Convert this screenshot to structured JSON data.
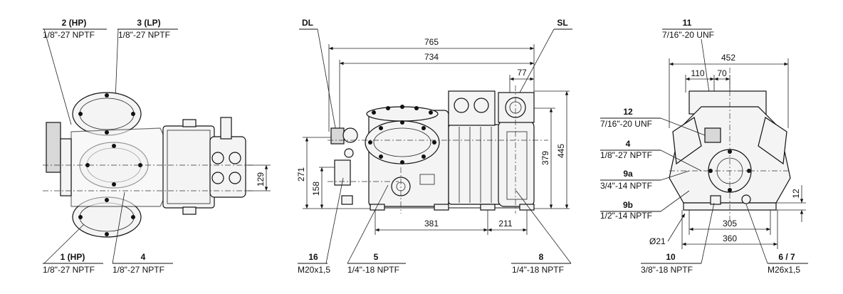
{
  "left_view": {
    "conn_2": {
      "title": "2 (HP)",
      "thread": "1/8\"-27 NPTF"
    },
    "conn_3": {
      "title": "3 (LP)",
      "thread": "1/8\"-27 NPTF"
    },
    "conn_1": {
      "title": "1 (HP)",
      "thread": "1/8\"-27 NPTF"
    },
    "conn_4": {
      "title": "4",
      "thread": "1/8\"-27 NPTF"
    },
    "dim_129": "129"
  },
  "center_view": {
    "dl": "DL",
    "sl": "SL",
    "dim_765": "765",
    "dim_734": "734",
    "dim_77": "77",
    "dim_271": "271",
    "dim_158": "158",
    "dim_379": "379",
    "dim_445": "445",
    "dim_381": "381",
    "dim_211": "211",
    "conn_16": {
      "title": "16",
      "thread": "M20x1,5"
    },
    "conn_5": {
      "title": "5",
      "thread": "1/4\"-18 NPTF"
    },
    "conn_8": {
      "title": "8",
      "thread": "1/4\"-18 NPTF"
    }
  },
  "right_view": {
    "conn_11": {
      "title": "11",
      "thread": "7/16\"-20 UNF"
    },
    "dim_452": "452",
    "dim_110": "110",
    "dim_70": "70",
    "conn_12": {
      "title": "12",
      "thread": "7/16\"-20 UNF"
    },
    "conn_4": {
      "title": "4",
      "thread": "1/8\"-27 NPTF"
    },
    "conn_9a": {
      "title": "9a",
      "thread": "3/4\"-14 NPTF"
    },
    "conn_9b": {
      "title": "9b",
      "thread": "1/2\"-14 NPTF"
    },
    "dim_12": "12",
    "dim_305": "305",
    "dim_360": "360",
    "dim_21": "Ø21",
    "conn_10": {
      "title": "10",
      "thread": "3/8\"-18 NPTF"
    },
    "conn_67": {
      "title": "6 / 7",
      "thread": "M26x1,5"
    }
  }
}
